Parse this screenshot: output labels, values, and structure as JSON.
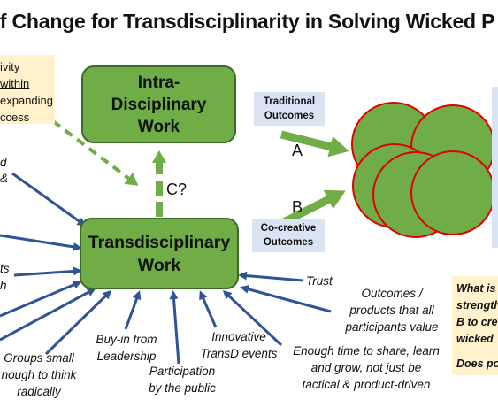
{
  "title": "of Change for Transdisciplinarity in Solving Wicked P",
  "boxes": {
    "intra": [
      "Intra-",
      "Disciplinary",
      "Work"
    ],
    "transd": [
      "Transdisciplinary",
      "Work"
    ],
    "traditional": [
      "Traditional",
      "Outcomes"
    ],
    "cocreative": [
      "Co-creative",
      "Outcomes"
    ]
  },
  "path_labels": {
    "a": "A",
    "b": "B",
    "c": "C?"
  },
  "top_left_note": {
    "line1": "ivity",
    "line2": "within",
    "line3": "expanding",
    "line4": "ccess"
  },
  "bottom_right_note": {
    "line1": "What is",
    "line2": "strength",
    "line3": "B to cre",
    "line4": "wicked",
    "line5": "Does po"
  },
  "factors": {
    "partial_1": "d",
    "partial_2": "&",
    "partial_3": "ts",
    "partial_4": "h",
    "trust": "Trust",
    "outcomes": [
      "Outcomes /",
      "products that all",
      "participants value"
    ],
    "time": [
      "Enough time to share, learn",
      "and grow, not just be",
      "tactical & product-driven"
    ],
    "innovative": [
      "Innovative",
      "TransD events"
    ],
    "participation": [
      "Participation",
      "by the public"
    ],
    "buyin": [
      "Buy-in from",
      "Leadership"
    ],
    "groups": [
      "Groups small",
      "nough to think",
      "radically"
    ]
  },
  "colors": {
    "green_box": "#70ad47",
    "green_arrow": "#70ad47",
    "blue_label": "#dae3f3",
    "yellow_note": "#fff2cc",
    "navy_arrow": "#2f5496",
    "circle_fill": "#70ad47",
    "circle_stroke": "#e00000"
  }
}
